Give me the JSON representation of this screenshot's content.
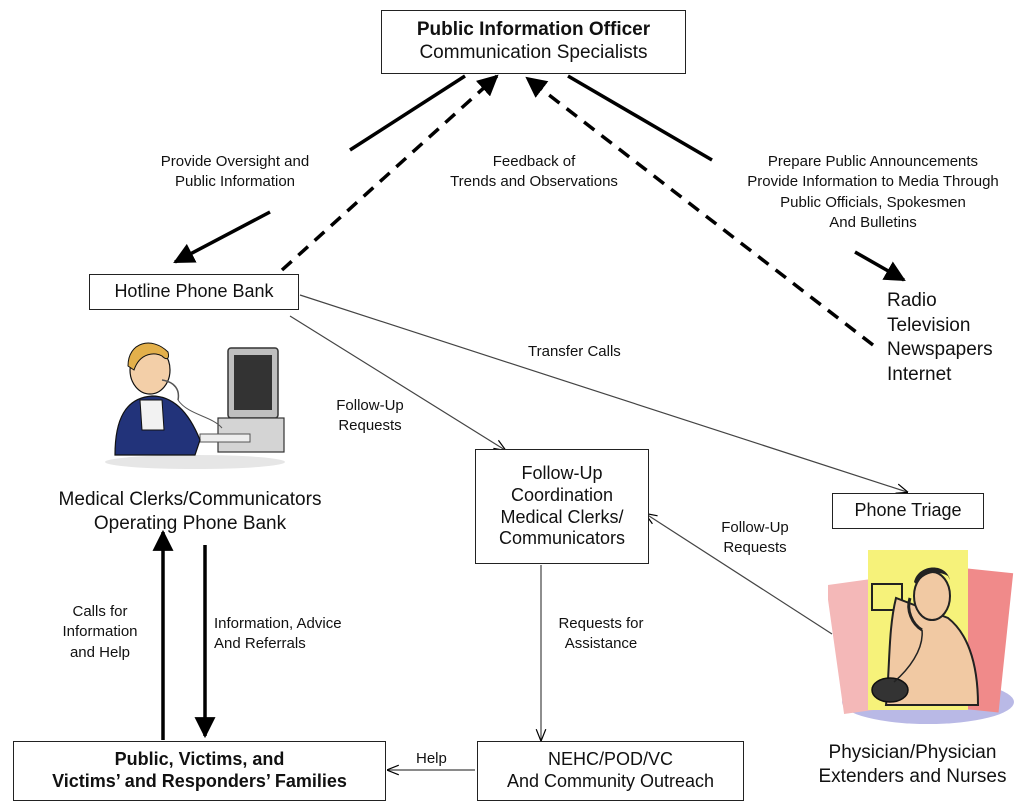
{
  "boxes": {
    "pio": {
      "title": "Public Information Officer",
      "subtitle": "Communication Specialists"
    },
    "hotline": {
      "label": "Hotline Phone Bank"
    },
    "followup": {
      "lines": [
        "Follow-Up",
        "Coordination",
        "Medical Clerks/",
        "Communicators"
      ]
    },
    "triage": {
      "label": "Phone Triage"
    },
    "public": {
      "lines": [
        "Public, Victims, and",
        "Victims’ and Responders’ Families"
      ]
    },
    "nehc": {
      "lines": [
        "NEHC/POD/VC",
        "And Community Outreach"
      ]
    }
  },
  "edge_labels": {
    "oversight": [
      "Provide Oversight and",
      "Public Information"
    ],
    "feedback": [
      "Feedback of",
      "Trends and Observations"
    ],
    "announce": [
      "Prepare Public Announcements",
      "Provide Information to Media Through",
      "Public Officials, Spokesmen",
      "And Bulletins"
    ],
    "transfer": "Transfer Calls",
    "followup_requests_left": [
      "Follow-Up",
      "Requests"
    ],
    "followup_requests_right": [
      "Follow-Up",
      "Requests"
    ],
    "calls": [
      "Calls for",
      "Information",
      "and Help"
    ],
    "info": [
      "Information, Advice",
      "And Referrals"
    ],
    "assist": [
      "Requests for",
      "Assistance"
    ],
    "help": "Help"
  },
  "media": [
    "Radio",
    "Television",
    "Newspapers",
    "Internet"
  ],
  "captions": {
    "clerks": [
      "Medical Clerks/Communicators",
      "Operating Phone Bank"
    ],
    "physician": [
      "Physician/Physician",
      "Extenders and Nurses"
    ]
  },
  "icons": [
    "clerk-at-computer-illustration",
    "physician-on-phone-illustration"
  ]
}
